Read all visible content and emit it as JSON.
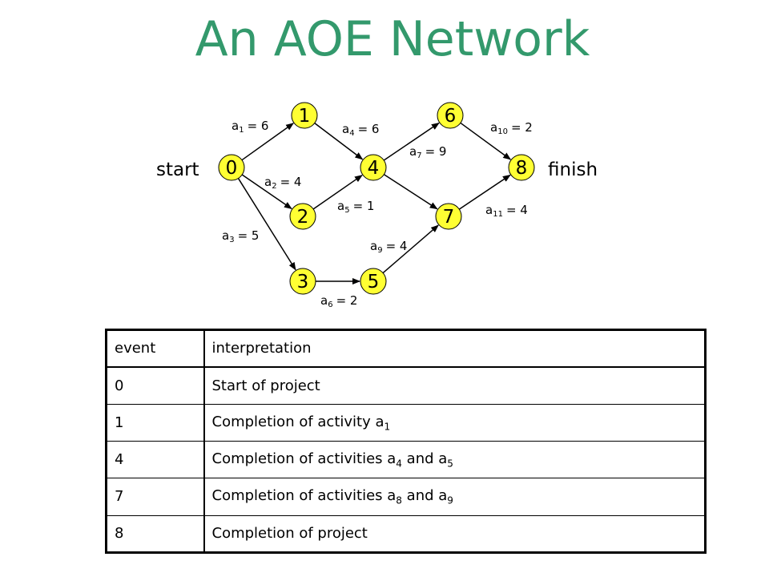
{
  "title": "An AOE Network",
  "labels": {
    "start": "start",
    "finish": "finish"
  },
  "nodes": [
    {
      "id": "0",
      "label": "0"
    },
    {
      "id": "1",
      "label": "1"
    },
    {
      "id": "2",
      "label": "2"
    },
    {
      "id": "3",
      "label": "3"
    },
    {
      "id": "4",
      "label": "4"
    },
    {
      "id": "5",
      "label": "5"
    },
    {
      "id": "6",
      "label": "6"
    },
    {
      "id": "7",
      "label": "7"
    },
    {
      "id": "8",
      "label": "8"
    }
  ],
  "edges": [
    {
      "from": "0",
      "to": "1",
      "name": "a",
      "sub": "1",
      "weight": "= 6"
    },
    {
      "from": "0",
      "to": "2",
      "name": "a",
      "sub": "2",
      "weight": "= 4"
    },
    {
      "from": "0",
      "to": "3",
      "name": "a",
      "sub": "3",
      "weight": "= 5"
    },
    {
      "from": "1",
      "to": "4",
      "name": "a",
      "sub": "4",
      "weight": "= 6"
    },
    {
      "from": "2",
      "to": "4",
      "name": "a",
      "sub": "5",
      "weight": "= 1"
    },
    {
      "from": "3",
      "to": "5",
      "name": "a",
      "sub": "6",
      "weight": "= 2"
    },
    {
      "from": "4",
      "to": "6",
      "name": "a",
      "sub": "7",
      "weight": "= 9"
    },
    {
      "from": "4",
      "to": "7",
      "name": "",
      "sub": "",
      "weight": ""
    },
    {
      "from": "5",
      "to": "7",
      "name": "a",
      "sub": "9",
      "weight": "= 4"
    },
    {
      "from": "6",
      "to": "8",
      "name": "a",
      "sub": "10",
      "weight": "= 2"
    },
    {
      "from": "7",
      "to": "8",
      "name": "a",
      "sub": "11",
      "weight": "= 4"
    }
  ],
  "table": {
    "headers": [
      "event",
      "interpretation"
    ],
    "rows": [
      {
        "event": "0",
        "parts": [
          {
            "text": "Start of project"
          }
        ]
      },
      {
        "event": "1",
        "parts": [
          {
            "text": "Completion of activity a"
          },
          {
            "sub": "1"
          }
        ]
      },
      {
        "event": "4",
        "parts": [
          {
            "text": "Completion of activities a"
          },
          {
            "sub": "4"
          },
          {
            "text": " and a"
          },
          {
            "sub": "5"
          }
        ]
      },
      {
        "event": "7",
        "parts": [
          {
            "text": "Completion of activities a"
          },
          {
            "sub": "8"
          },
          {
            "text": " and a"
          },
          {
            "sub": "9"
          }
        ]
      },
      {
        "event": "8",
        "parts": [
          {
            "text": "Completion of project"
          }
        ]
      }
    ]
  },
  "colors": {
    "node_fill": "#ffff33",
    "title": "#33996c",
    "line": "#000000"
  }
}
